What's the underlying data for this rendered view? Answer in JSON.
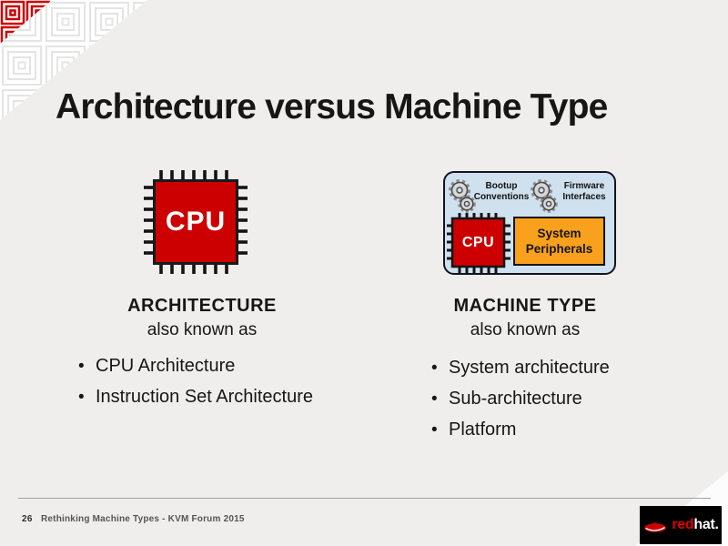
{
  "slide": {
    "title": "Architecture versus Machine Type",
    "left": {
      "chip_label": "CPU",
      "heading": "ARCHITECTURE",
      "subheading": "also known as",
      "bullets": [
        "CPU Architecture",
        "Instruction Set Architecture"
      ]
    },
    "right": {
      "heading": "MACHINE TYPE",
      "subheading": "also known as",
      "bullets": [
        "System architecture",
        "Sub-architecture",
        "Platform"
      ],
      "diagram": {
        "bootup_label": "Bootup Conventions",
        "firmware_label": "Firmware Interfaces",
        "cpu_label": "CPU",
        "peripherals_label": "System Peripherals"
      }
    },
    "footer": {
      "page_number": "26",
      "deck_title": "Rethinking Machine Types - KVM Forum 2015"
    },
    "logo": {
      "word_red": "red",
      "word_hat": "hat."
    },
    "colors": {
      "redhat_red": "#cc0000",
      "orange": "#f9a11c",
      "diagram_blue": "#cfe1ef",
      "background": "#efeeed"
    }
  }
}
